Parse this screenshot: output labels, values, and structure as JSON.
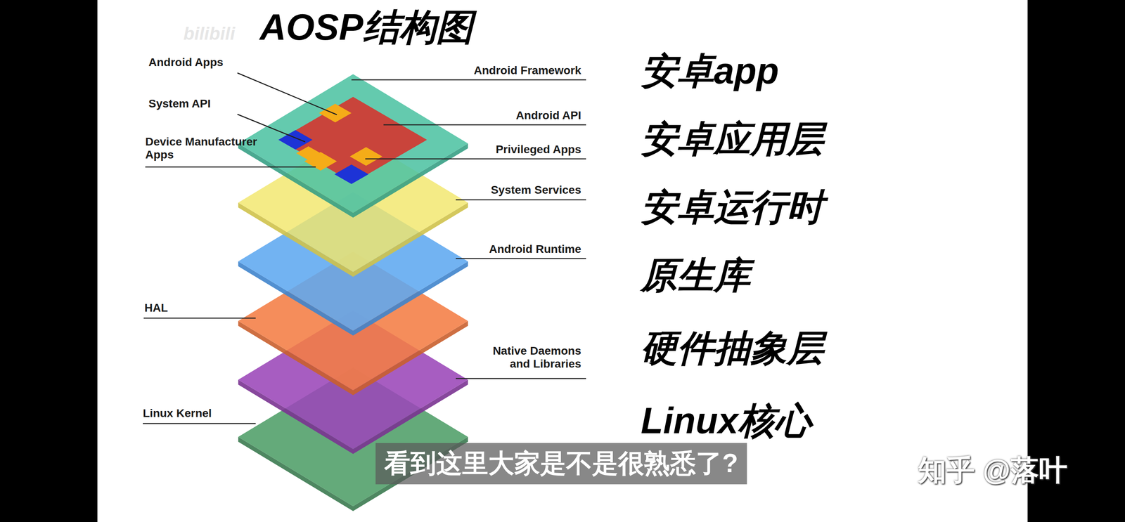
{
  "diagram": {
    "title": "AOSP结构图",
    "caption": "看到这里大家是不是很熟悉了?",
    "labels": [
      "bilibili",
      "Android Apps",
      "System API",
      "Device Manufacturer Apps",
      "Android Framework",
      "Android API",
      "Privileged Apps",
      "System Services",
      "Android Runtime",
      "HAL",
      "Native Daemons and Libraries",
      "Linux Kernel",
      "安卓app",
      "安卓应用层",
      "安卓运行时",
      "原生库",
      "硬件抽象层",
      "Linux核心",
      "知乎 @落叶"
    ]
  }
}
